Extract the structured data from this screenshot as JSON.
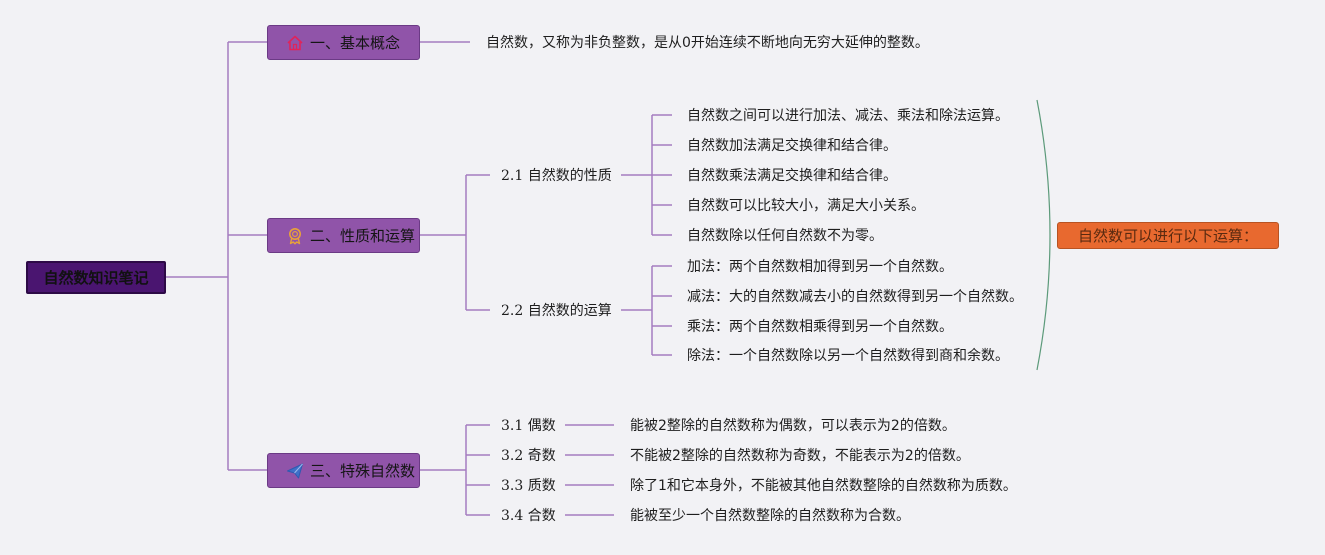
{
  "root": {
    "label": "自然数知识笔记"
  },
  "sections": [
    {
      "label": "一、基本概念",
      "icon": "home-icon",
      "text": "自然数，又称为非负整数，是从0开始连续不断地向无穷大延伸的整数。"
    },
    {
      "label": "二、性质和运算",
      "icon": "award-ribbon-icon",
      "subsections": [
        {
          "label": "2.1 自然数的性质",
          "items": [
            "自然数之间可以进行加法、减法、乘法和除法运算。",
            "自然数加法满足交换律和结合律。",
            "自然数乘法满足交换律和结合律。",
            "自然数可以比较大小，满足大小关系。",
            "自然数除以任何自然数不为零。"
          ]
        },
        {
          "label": "2.2 自然数的运算",
          "items": [
            "加法：两个自然数相加得到另一个自然数。",
            "减法：大的自然数减去小的自然数得到另一个自然数。",
            "乘法：两个自然数相乘得到另一个自然数。",
            "除法：一个自然数除以另一个自然数得到商和余数。"
          ]
        }
      ],
      "summary": "自然数可以进行以下运算："
    },
    {
      "label": "三、特殊自然数",
      "icon": "paper-plane-icon",
      "subsections": [
        {
          "label": "3.1 偶数",
          "text": "能被2整除的自然数称为偶数，可以表示为2的倍数。"
        },
        {
          "label": "3.2 奇数",
          "text": "不能被2整除的自然数称为奇数，不能表示为2的倍数。"
        },
        {
          "label": "3.3 质数",
          "text": "除了1和它本身外，不能被其他自然数整除的自然数称为质数。"
        },
        {
          "label": "3.4 合数",
          "text": "能被至少一个自然数整除的自然数称为合数。"
        }
      ]
    }
  ],
  "colors": {
    "connector": "#a57cc0",
    "root_fill": "#4a1570",
    "main_fill": "#9054a9",
    "summary_fill": "#e8692f",
    "bracket": "#5c9a7a"
  }
}
